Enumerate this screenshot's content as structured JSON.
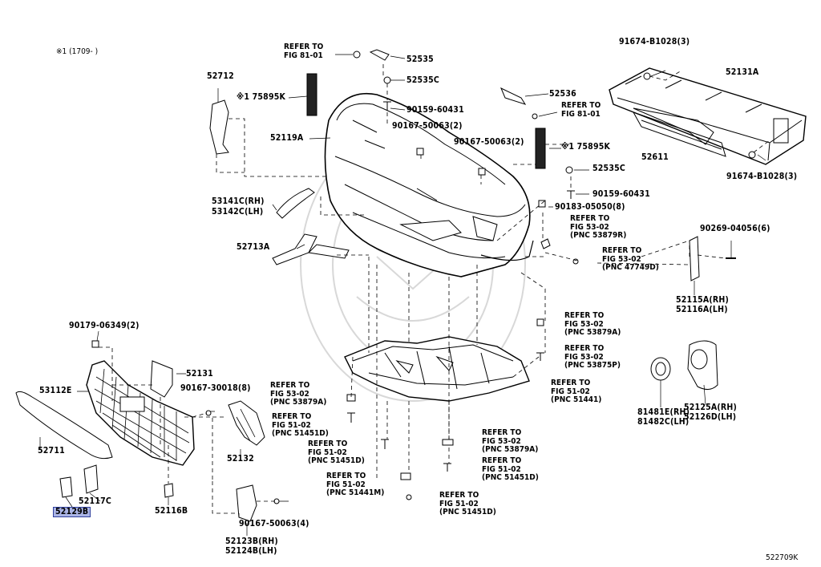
{
  "diagram_id": "522709K",
  "note": "※1 (1709-     )",
  "labels": {
    "l_52535": "52535",
    "l_52535C_top": "52535C",
    "l_90159_top": "90159-60431",
    "l_90167_2_a": "90167-50063(2)",
    "l_90167_2_b": "90167-50063(2)",
    "l_52536": "52536",
    "l_91674_top": "91674-B1028(3)",
    "l_52131A": "52131A",
    "l_52611": "52611",
    "l_91674_bot": "91674-B1028(3)",
    "l_52712": "52712",
    "l_75895K_left": "※1 75895K",
    "l_52119A": "52119A",
    "l_75895K_right": "※1 75895K",
    "l_52535C_mid": "52535C",
    "l_90159_mid": "90159-60431",
    "l_90183": "90183-05050(8)",
    "l_53141C": "53141C(RH)",
    "l_53142C": "53142C(LH)",
    "l_52713A": "52713A",
    "l_90269": "90269-04056(6)",
    "l_52115A": "52115A(RH)",
    "l_52116A": "52116A(LH)",
    "l_90179": "90179-06349(2)",
    "l_52131": "52131",
    "l_53112E": "53112E",
    "l_90167_8": "90167-30018(8)",
    "l_52711": "52711",
    "l_52132": "52132",
    "l_52117C": "52117C",
    "l_52129B": "52129B",
    "l_52116B": "52116B",
    "l_90167_4": "90167-50063(4)",
    "l_52123B": "52123B(RH)",
    "l_52124B": "52124B(LH)",
    "l_52125A": "52125A(RH)",
    "l_52126D": "52126D(LH)",
    "l_81481E": "81481E(RH)",
    "l_81482C": "81482C(LH)"
  },
  "refs": {
    "r_top_fig81": [
      "REFER TO",
      "FIG 81-01"
    ],
    "r_52536_fig81": [
      "REFER TO",
      "FIG 81-01"
    ],
    "r_53879R": [
      "REFER TO",
      "FIG 53-02",
      "(PNC 53879R)"
    ],
    "r_47749D": [
      "REFER TO",
      "FIG 53-02",
      "(PNC 47749D)"
    ],
    "r_53879A_right": [
      "REFER TO",
      "FIG 53-02",
      "(PNC 53879A)"
    ],
    "r_53875P": [
      "REFER TO",
      "FIG 53-02",
      "(PNC 53875P)"
    ],
    "r_51441_right": [
      "REFER TO",
      "FIG 51-02",
      "(PNC 51441)"
    ],
    "r_53879A_left": [
      "REFER TO",
      "FIG 53-02",
      "(PNC 53879A)"
    ],
    "r_51451D_a": [
      "REFER TO",
      "FIG 51-02",
      "(PNC 51451D)"
    ],
    "r_51451D_b": [
      "REFER TO",
      "FIG 51-02",
      "(PNC 51451D)"
    ],
    "r_51441M": [
      "REFER TO",
      "FIG 51-02",
      "(PNC 51441M)"
    ],
    "r_51451D_c": [
      "REFER TO",
      "FIG 51-02",
      "(PNC 51451D)"
    ],
    "r_53879A_mid": [
      "REFER TO",
      "FIG 53-02",
      "(PNC 53879A)"
    ],
    "r_51451D_mid": [
      "REFER TO",
      "FIG 51-02",
      "(PNC 51451D)"
    ]
  },
  "colors": {
    "line": "#000000",
    "highlight_fill": "#aab4e6",
    "highlight_border": "#2f3f9c",
    "watermark": "#d8d8d8"
  }
}
